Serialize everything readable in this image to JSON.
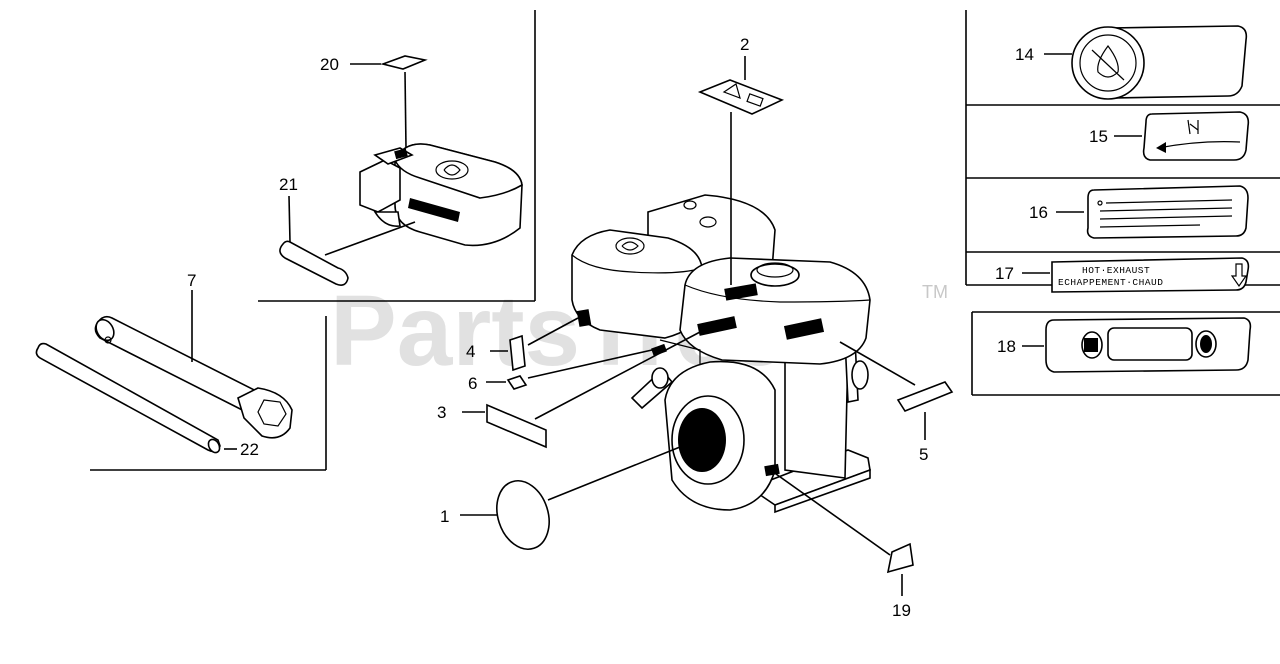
{
  "watermark": {
    "text": "PartsTree",
    "trademark": "TM"
  },
  "decal_17_text": {
    "line1": "HOT·EXHAUST",
    "line2": "ECHAPPEMENT·CHAUD"
  },
  "callouts": [
    {
      "id": "c1",
      "label": "1"
    },
    {
      "id": "c2",
      "label": "2"
    },
    {
      "id": "c3",
      "label": "3"
    },
    {
      "id": "c4",
      "label": "4"
    },
    {
      "id": "c5",
      "label": "5"
    },
    {
      "id": "c6",
      "label": "6"
    },
    {
      "id": "c7",
      "label": "7"
    },
    {
      "id": "c14",
      "label": "14"
    },
    {
      "id": "c15",
      "label": "15"
    },
    {
      "id": "c16",
      "label": "16"
    },
    {
      "id": "c17",
      "label": "17"
    },
    {
      "id": "c18",
      "label": "18"
    },
    {
      "id": "c19",
      "label": "19"
    },
    {
      "id": "c20",
      "label": "20"
    },
    {
      "id": "c21",
      "label": "21"
    },
    {
      "id": "c22",
      "label": "22"
    }
  ]
}
